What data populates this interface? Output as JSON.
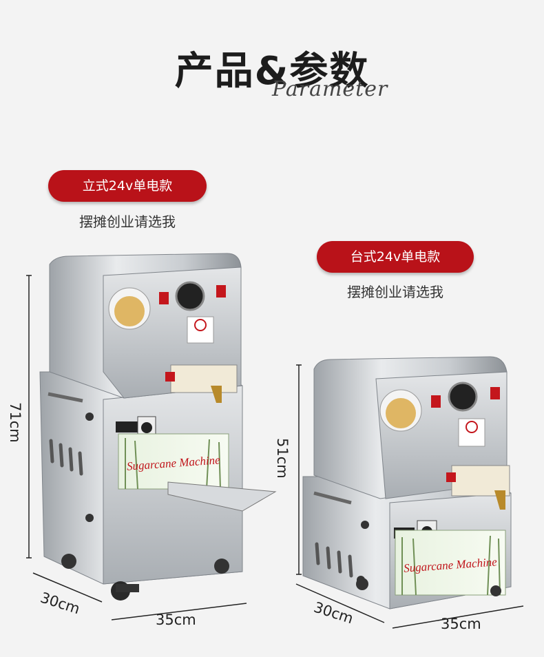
{
  "header": {
    "title": "产品&参数",
    "subtitle": "Parameter"
  },
  "product_left": {
    "badge": "立式24v单电款",
    "tagline": "摆摊创业请选我",
    "height": "71cm",
    "depth": "30cm",
    "width": "35cm",
    "panel_text": "Sugarcane Machine"
  },
  "product_right": {
    "badge": "台式24v单电款",
    "tagline": "摆摊创业请选我",
    "height": "51cm",
    "depth": "30cm",
    "width": "35cm",
    "panel_text": "Sugarcane Machine"
  }
}
